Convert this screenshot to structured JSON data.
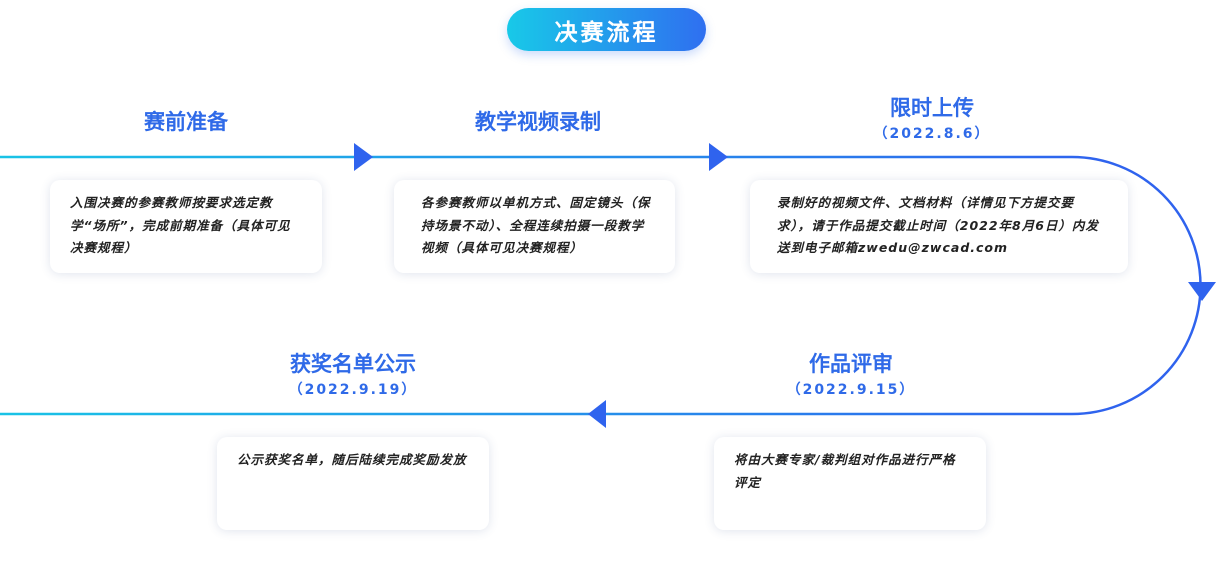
{
  "title": "决赛流程",
  "stages": [
    {
      "title": "赛前准备",
      "date": "",
      "desc": "入围决赛的参赛教师按要求选定教学“场所”，完成前期准备（具体可见决赛规程）"
    },
    {
      "title": "教学视频录制",
      "date": "",
      "desc": "各参赛教师以单机方式、固定镜头（保持场景不动）、全程连续拍摄一段教学视频（具体可见决赛规程）"
    },
    {
      "title": "限时上传",
      "date": "（2022.8.6）",
      "desc": "录制好的视频文件、文档材料（详情见下方提交要求），请于作品提交截止时间（2022年8月6日）内发送到电子邮箱zwedu@zwcad.com"
    },
    {
      "title": "作品评审",
      "date": "（2022.9.15）",
      "desc": "将由大赛专家/裁判组对作品进行严格评定"
    },
    {
      "title": "获奖名单公示",
      "date": "（2022.9.19）",
      "desc": "公示获奖名单，随后陆续完成奖励发放"
    }
  ],
  "colors": {
    "line_start": "#19c3e6",
    "line_end": "#2f63ee",
    "arrow": "#2f63ee",
    "title_text": "#2f6ae8"
  }
}
